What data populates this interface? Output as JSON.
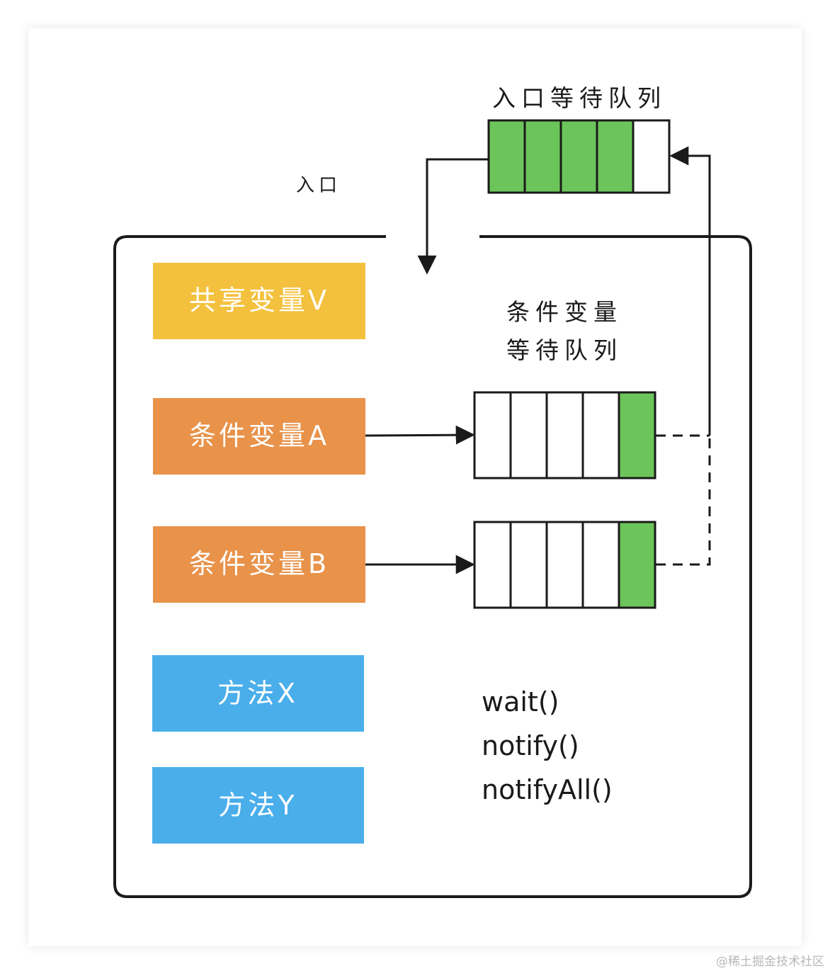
{
  "labels": {
    "entry_queue": "入口等待队列",
    "entry": "入口",
    "cond_queue_line1": "条件变量",
    "cond_queue_line2": "等待队列"
  },
  "boxes": {
    "shared_var": "共享变量V",
    "cond_a": "条件变量A",
    "cond_b": "条件变量B",
    "method_x": "方法X",
    "method_y": "方法Y"
  },
  "methods": [
    "wait()",
    "notify()",
    "notifyAll()"
  ],
  "queues": {
    "entry_queue_cells": [
      "filled",
      "filled",
      "filled",
      "filled",
      "empty"
    ],
    "cond_a_cells": [
      "empty",
      "empty",
      "empty",
      "empty",
      "filled"
    ],
    "cond_b_cells": [
      "empty",
      "empty",
      "empty",
      "empty",
      "filled"
    ]
  },
  "colors": {
    "shared": "#f4c13e",
    "condition": "#e8924a",
    "method": "#4aaeea",
    "queue_fill": "#6cc55a",
    "stroke": "#1a1a1a"
  },
  "watermark": "@稀土掘金技术社区"
}
